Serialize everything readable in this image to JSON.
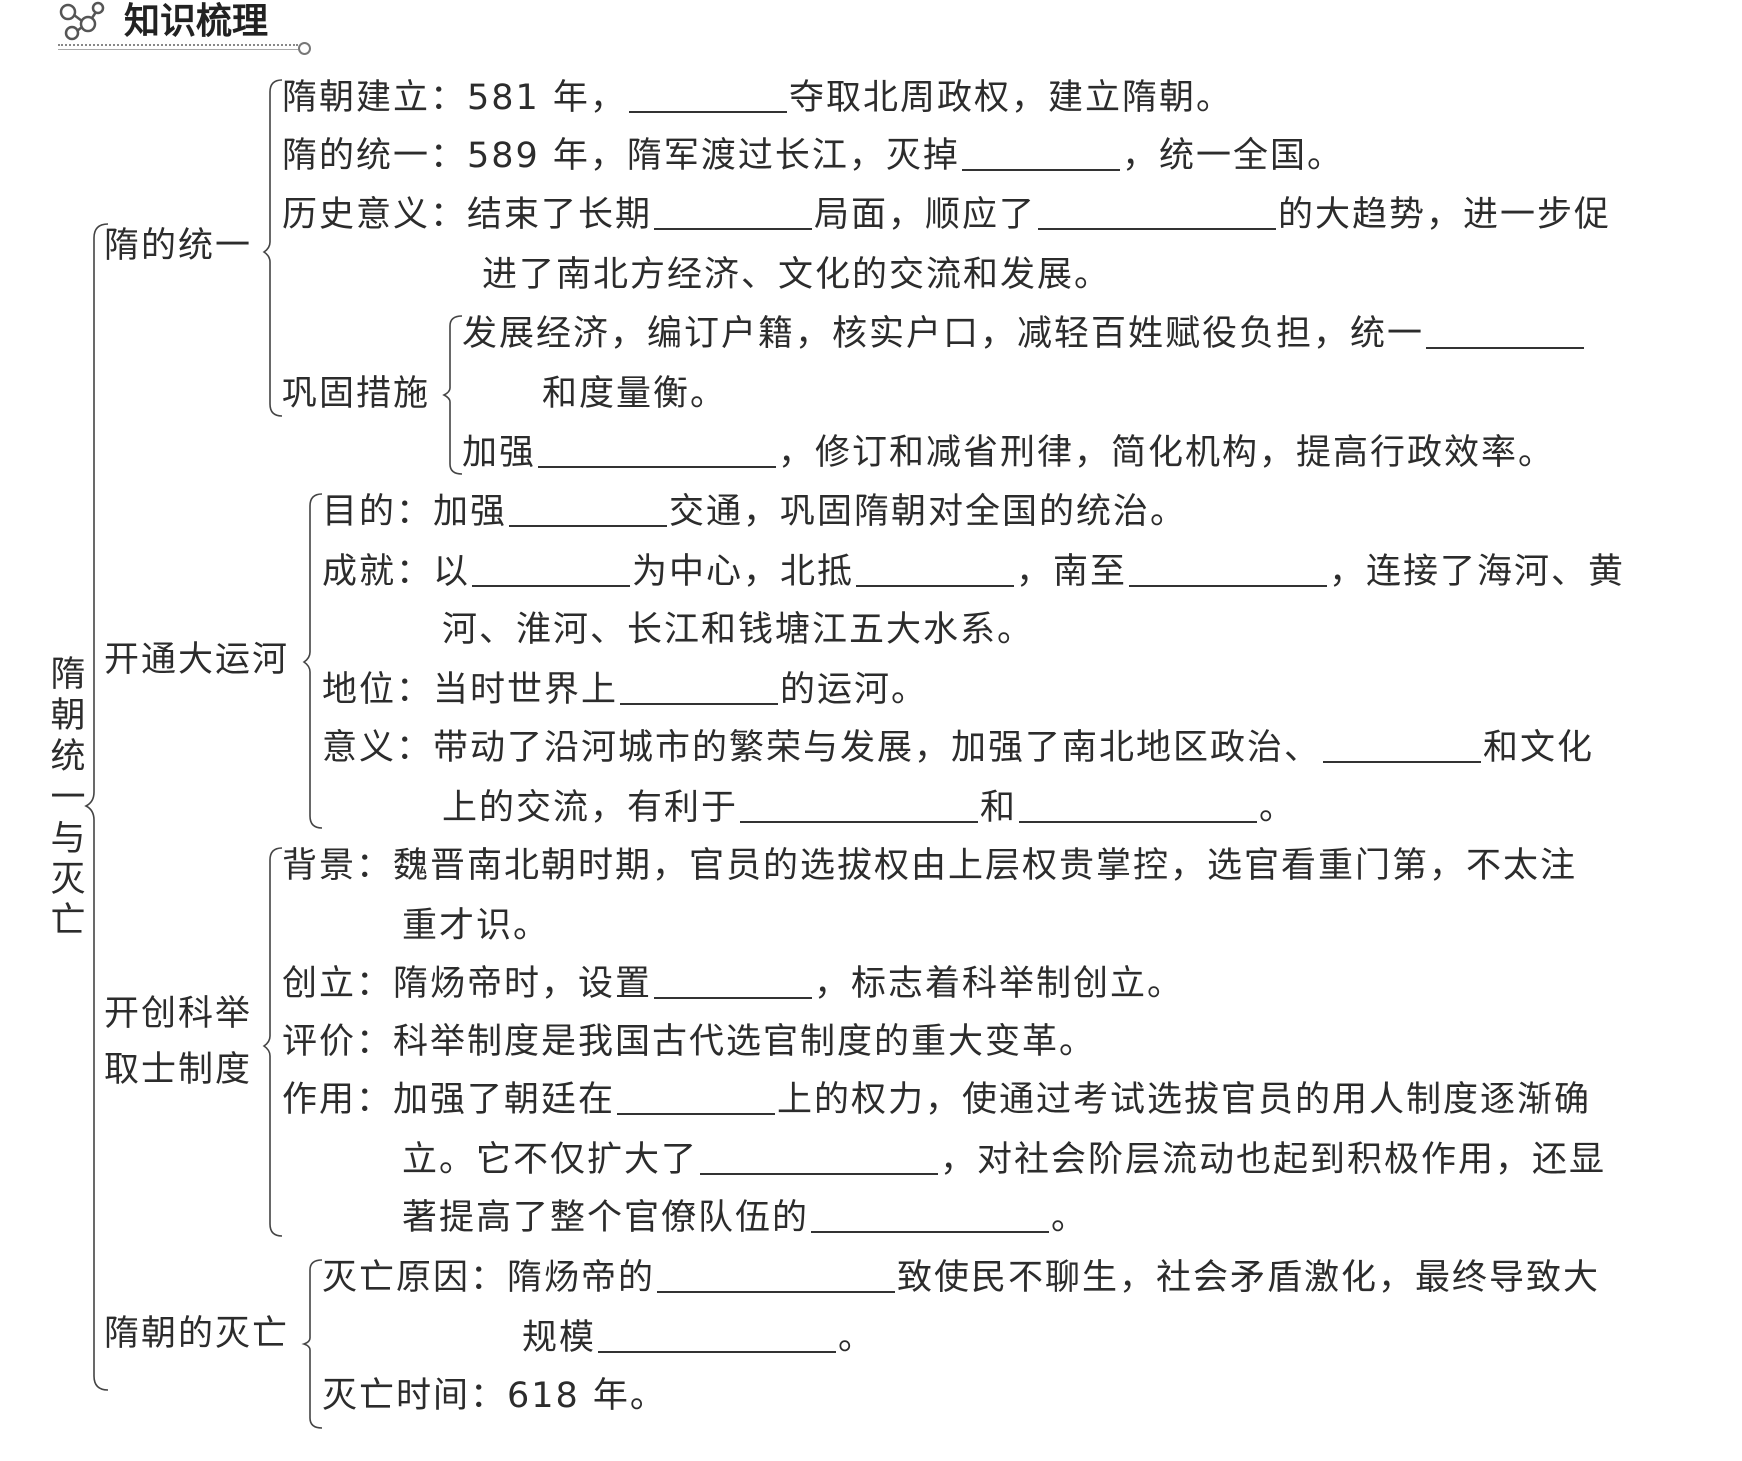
{
  "header": {
    "title": "知识梳理"
  },
  "root": {
    "chars": [
      "隋",
      "朝",
      "统",
      "一",
      "与",
      "灭",
      "亡"
    ]
  },
  "sections": {
    "s1": {
      "title": "隋的统一",
      "l1": "隋朝建立：581 年，",
      "l1b": "夺取北周政权，建立隋朝。",
      "l2": "隋的统一：589 年，隋军渡过长江，灭掉",
      "l2b": "，统一全国。",
      "l3": "历史意义：结束了长期",
      "l3b": "局面，顺应了",
      "l3c": "的大趋势，进一步促",
      "l4": "进了南北方经济、文化的交流和发展。",
      "sub_title": "巩固措施",
      "l5": "发展经济，编订户籍，核实户口，减轻百姓赋役负担，统一",
      "l6": "和度量衡。",
      "l7": "加强",
      "l7b": "，修订和减省刑律，简化机构，提高行政效率。"
    },
    "s2": {
      "title": "开通大运河",
      "l1": "目的：加强",
      "l1b": "交通，巩固隋朝对全国的统治。",
      "l2": "成就：以",
      "l2b": "为中心，北抵",
      "l2c": "，南至",
      "l2d": "，连接了海河、黄",
      "l3": "河、淮河、长江和钱塘江五大水系。",
      "l4": "地位：当时世界上",
      "l4b": "的运河。",
      "l5": "意义：带动了沿河城市的繁荣与发展，加强了南北地区政治、",
      "l5b": "和文化",
      "l6": "上的交流，有利于",
      "l6b": "和",
      "l6c": "。"
    },
    "s3": {
      "title_a": "开创科举",
      "title_b": "取士制度",
      "l1": "背景：魏晋南北朝时期，官员的选拔权由上层权贵掌控，选官看重门第，不太注",
      "l2": "重才识。",
      "l3": "创立：隋炀帝时，设置",
      "l3b": "，标志着科举制创立。",
      "l4": "评价：科举制度是我国古代选官制度的重大变革。",
      "l5": "作用：加强了朝廷在",
      "l5b": "上的权力，使通过考试选拔官员的用人制度逐渐确",
      "l6": "立。它不仅扩大了",
      "l6b": "，对社会阶层流动也起到积极作用，还显",
      "l7": "著提高了整个官僚队伍的",
      "l7b": "。"
    },
    "s4": {
      "title": "隋朝的灭亡",
      "l1": "灭亡原因：隋炀帝的",
      "l1b": "致使民不聊生，社会矛盾激化，最终导致大",
      "l2": "规模",
      "l2b": "。",
      "l3": "灭亡时间：618 年。"
    }
  }
}
